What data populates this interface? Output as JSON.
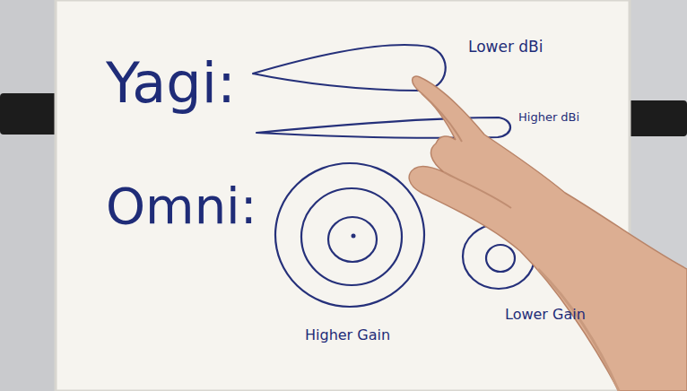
{
  "diagram": {
    "labels": [
      "Yagi:",
      "Lower dBi",
      "Higher dBi",
      "Omni:",
      "Higher Gain",
      "Lower Gain"
    ]
  }
}
